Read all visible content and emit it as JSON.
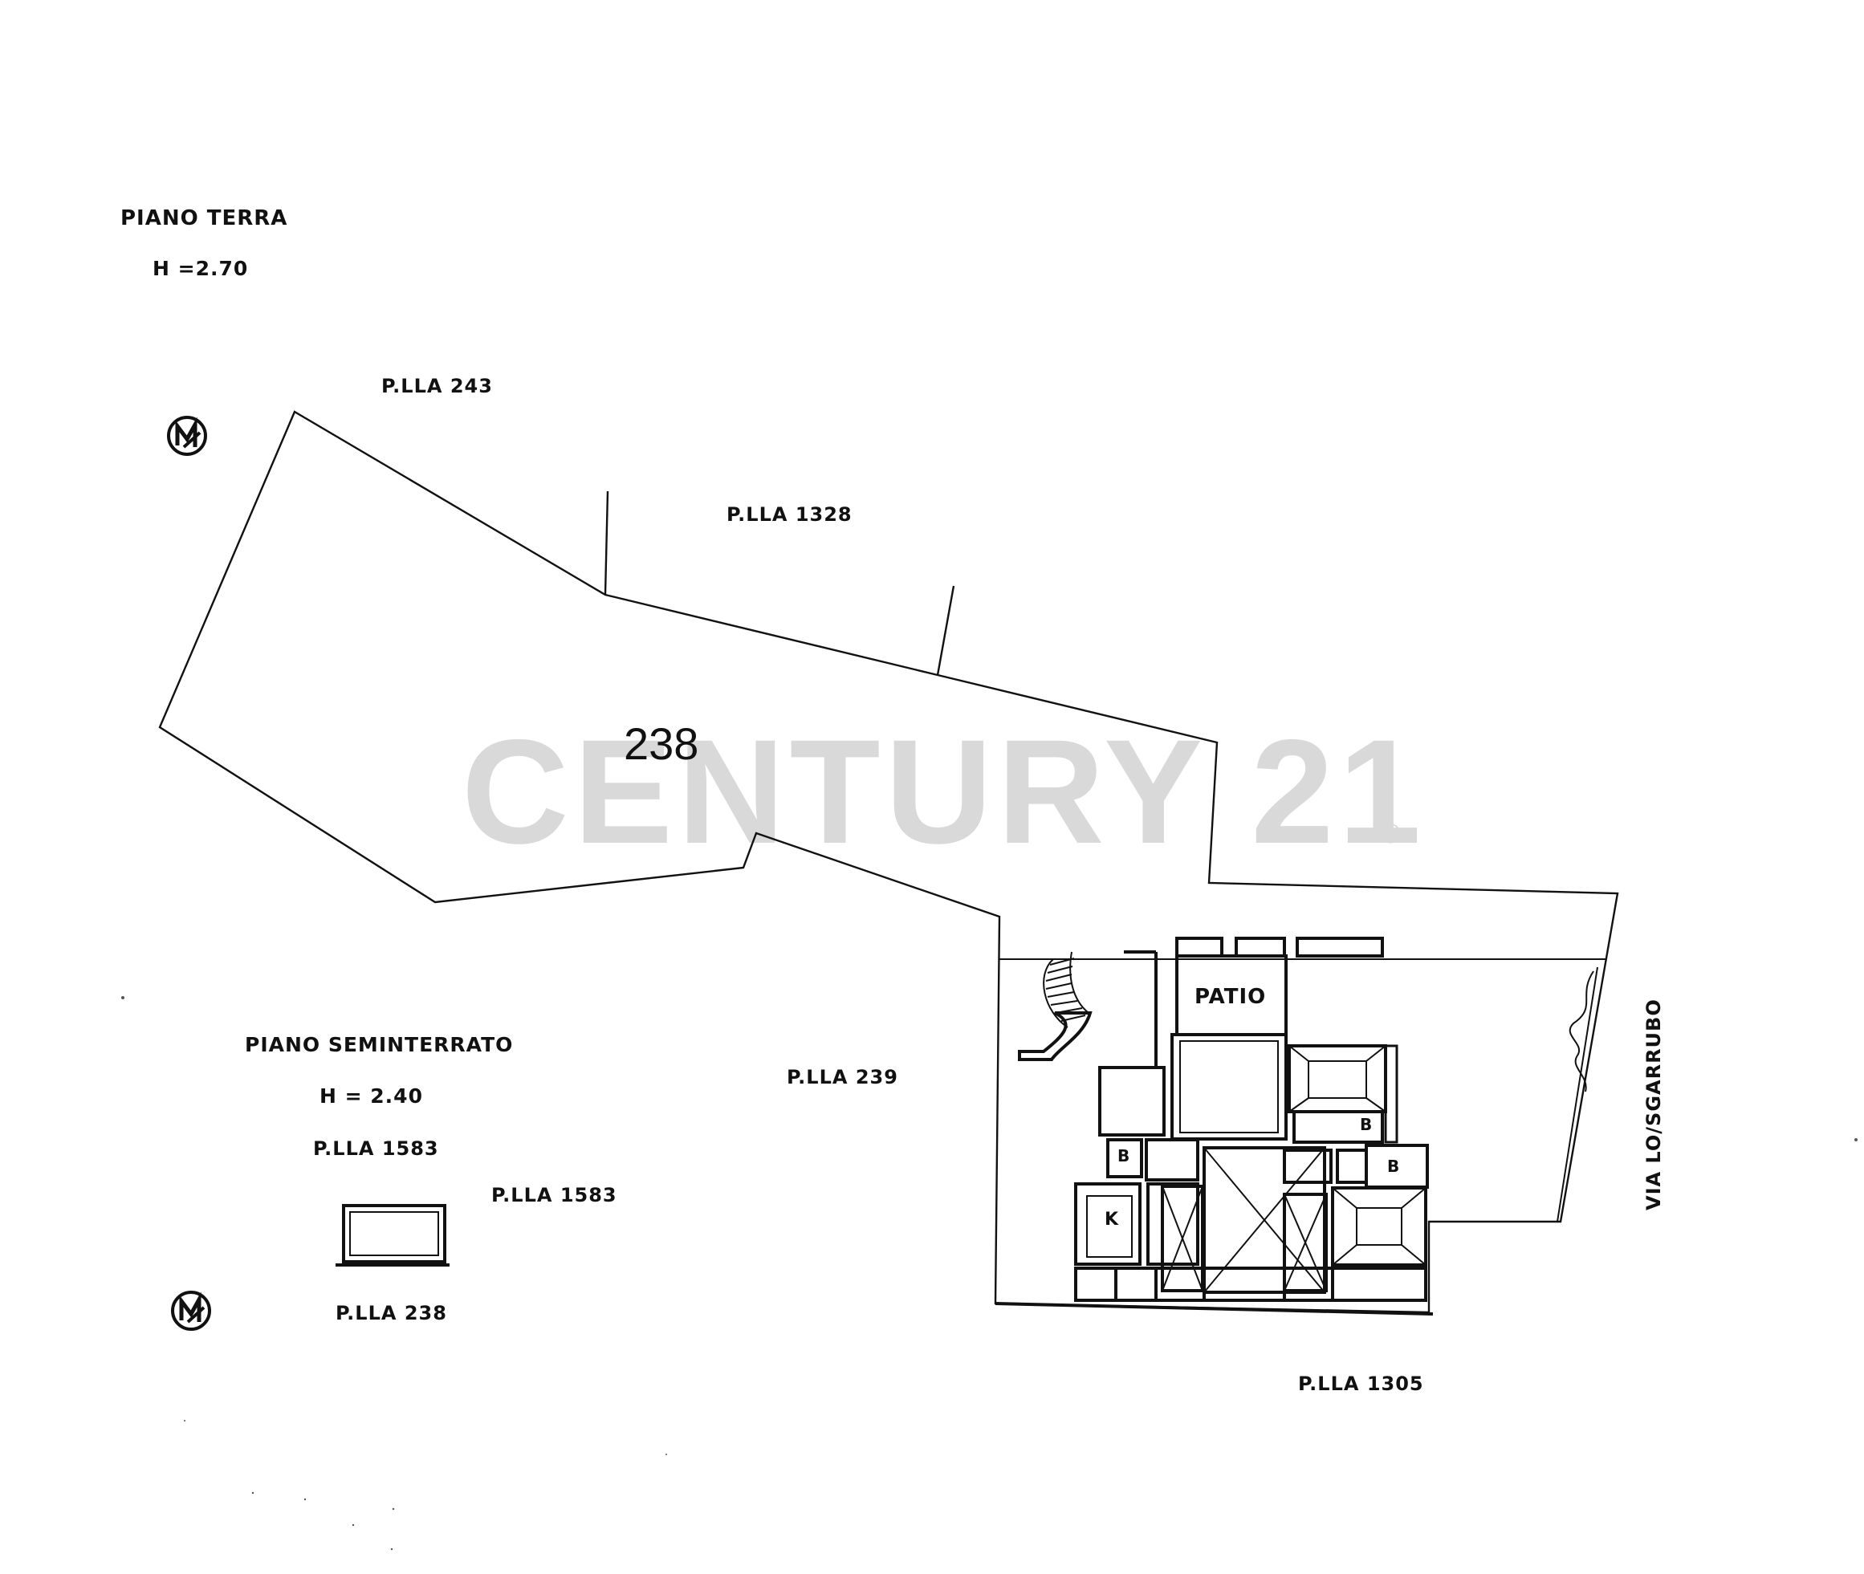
{
  "labels": {
    "floor_ground": "PIANO TERRA",
    "height_ground": "H =2.70",
    "floor_basement": "PIANO SEMINTERRATO",
    "height_basement": "H = 2.40",
    "parcel_243": "P.LLA 243",
    "parcel_1328": "P.LLA 1328",
    "parcel_main": "238",
    "parcel_239": "P.LLA 239",
    "parcel_1583_a": "P.LLA 1583",
    "parcel_1583_b": "P.LLA  1583",
    "parcel_238": "P.LLA 238",
    "parcel_1305": "P.LLA 1305",
    "street": "VIA LO/SGARRUBO",
    "patio": "PATIO",
    "room_b1": "B",
    "room_b2": "B",
    "room_b3": "B",
    "room_k": "K"
  },
  "watermark": {
    "text": "CENTURY 21",
    "mark": "®",
    "color": "#d9d9d9"
  },
  "icons": {
    "north_arrow": "north-arrow-icon"
  }
}
